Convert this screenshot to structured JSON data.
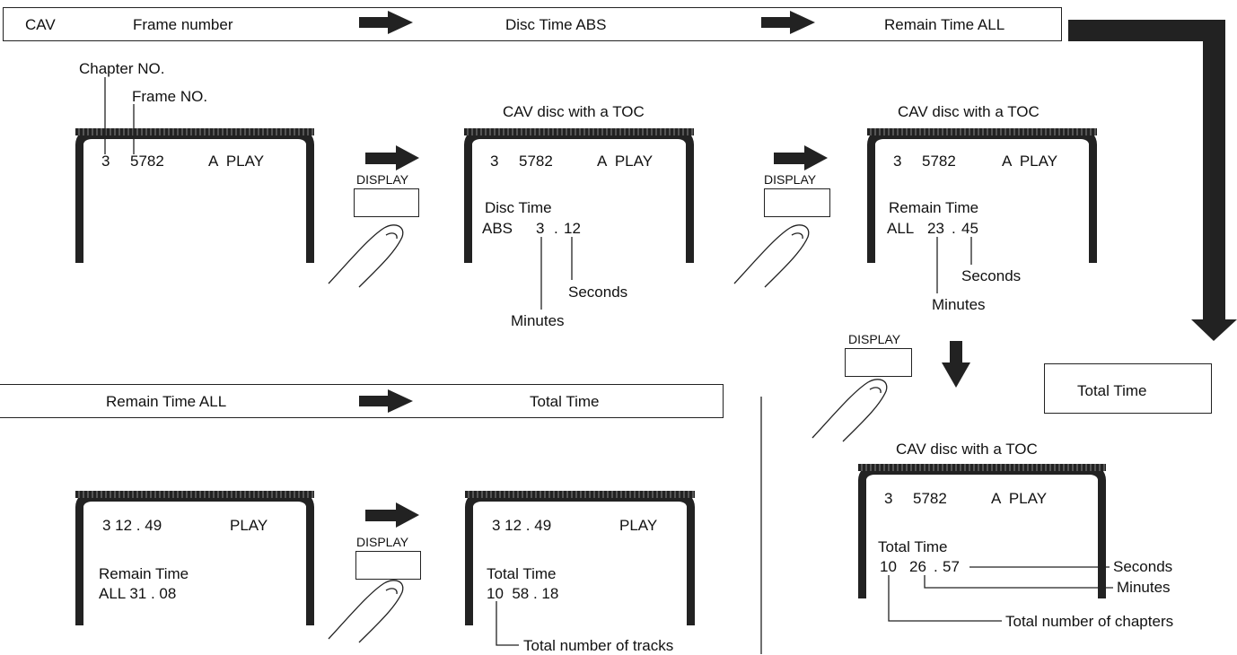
{
  "top_bar": {
    "mode": "CAV",
    "step1": "Frame number",
    "step2": "Disc Time ABS",
    "step3": "Remain Time ALL"
  },
  "labels": {
    "chapter_no": "Chapter NO.",
    "frame_no": "Frame NO."
  },
  "button_label": "DISPLAY",
  "screen1": {
    "chapter": "3",
    "frame": "5782",
    "status": "A  PLAY"
  },
  "screen2": {
    "caption": "CAV disc with a TOC",
    "chapter": "3",
    "frame": "5782",
    "status": "A  PLAY",
    "mode_line": "Disc Time",
    "prefix": "ABS",
    "minutes": "3",
    "seconds": "12",
    "minutes_label": "Minutes",
    "seconds_label": "Seconds"
  },
  "screen3": {
    "caption": "CAV disc with a TOC",
    "chapter": "3",
    "frame": "5782",
    "status": "A  PLAY",
    "mode_line": "Remain Time",
    "prefix": "ALL",
    "minutes": "23",
    "seconds": "45",
    "minutes_label": "Minutes",
    "seconds_label": "Seconds"
  },
  "total_time_box": "Total Time",
  "screen4": {
    "caption": "CAV disc with a TOC",
    "chapter": "3",
    "frame": "5782",
    "status": "A  PLAY",
    "mode_line": "Total Time",
    "chapters": "10",
    "minutes": "26",
    "seconds": "57",
    "seconds_label": "Seconds",
    "minutes_label": "Minutes",
    "chapters_label": "Total number of chapters"
  },
  "bottom_bar": {
    "step1": "Remain Time ALL",
    "step2": "Total Time"
  },
  "screen5": {
    "time_line": "3 12 . 49",
    "status": "PLAY",
    "mode_line": "Remain Time",
    "value_line": "ALL 31 . 08"
  },
  "screen6": {
    "time_line": "3 12 . 49",
    "status": "PLAY",
    "mode_line": "Total Time",
    "value_line": "10  58 . 18",
    "tracks_label": "Total number of tracks"
  }
}
